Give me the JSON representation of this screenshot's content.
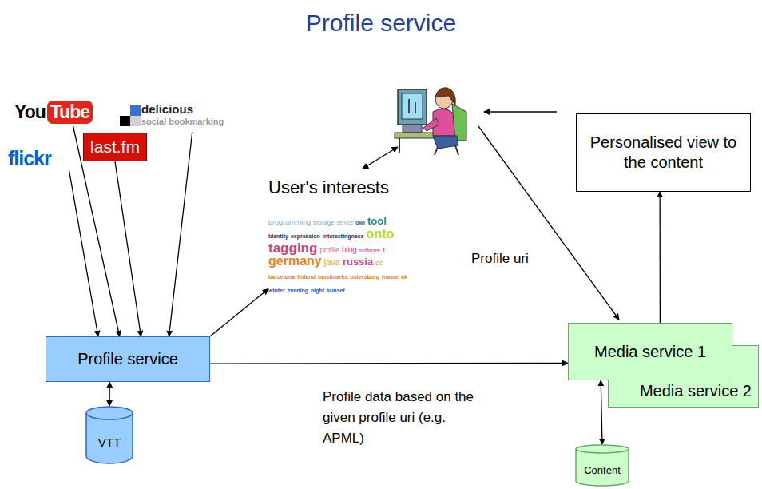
{
  "diagram": {
    "title": "Profile service",
    "nodes": [
      {
        "text": [
          "You",
          "Tube"
        ]
      },
      {
        "text": [
          "delicious",
          "social bookmarking"
        ]
      },
      {
        "text": [
          "flickr"
        ]
      },
      {
        "text": [
          "last.fm"
        ]
      },
      {
        "text": [
          "User's interests"
        ]
      },
      {
        "text": [
          "Personalised view to the content"
        ]
      },
      {
        "text": [
          "Profile service"
        ]
      },
      {
        "text": [
          "Media service 1"
        ]
      },
      {
        "text": [
          "Media service 2"
        ]
      },
      {
        "text": [
          "VTT"
        ]
      },
      {
        "text": [
          "Content"
        ]
      }
    ],
    "edges": [
      {
        "from": 0,
        "to": 6,
        "arrow": "to"
      },
      {
        "from": 1,
        "to": 6,
        "arrow": "to"
      },
      {
        "from": 2,
        "to": 6,
        "arrow": "to"
      },
      {
        "from": 3,
        "to": 6,
        "arrow": "to"
      },
      {
        "from": 6,
        "to": 4,
        "arrow": "to"
      },
      {
        "from": 6,
        "to": 7,
        "label": "Profile data based on the given profile uri (e.g. APML)",
        "arrow": "to"
      },
      {
        "from": 6,
        "to": 9,
        "arrow": "both"
      },
      {
        "from": 7,
        "to": 5,
        "arrow": "to"
      },
      {
        "from": 7,
        "to": 10,
        "arrow": "both"
      }
    ],
    "labels": [
      "Profile uri",
      "programming",
      "storage",
      "service",
      "owl",
      "tool",
      "Identity",
      "expression",
      "interestingness",
      "onto",
      "tagging",
      "profile",
      "blog",
      "software",
      "t",
      "germany",
      "java",
      "russia",
      "dc",
      "barcelona",
      "finland",
      "mostmarks",
      "ostersburg",
      "france",
      "ok",
      "winter",
      "evening",
      "night",
      "sunset"
    ]
  }
}
